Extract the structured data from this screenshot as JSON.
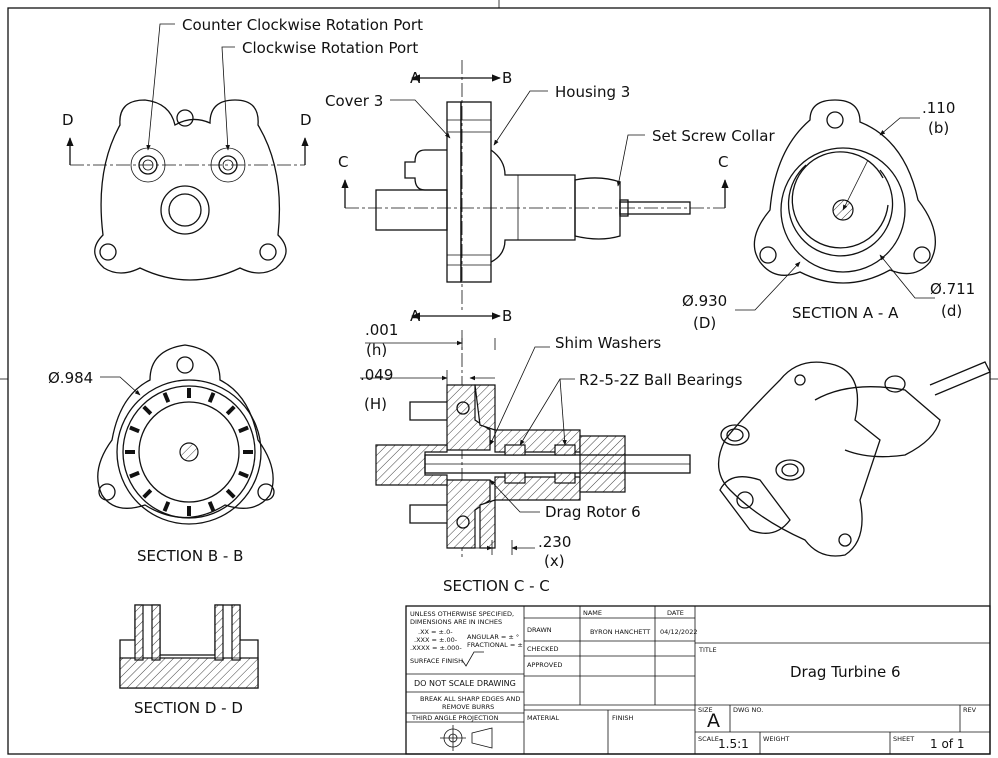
{
  "drawing": {
    "title": "Drag Turbine 6",
    "callouts": {
      "ccw_port": "Counter Clockwise Rotation Port",
      "cw_port": "Clockwise Rotation Port",
      "cover": "Cover 3",
      "housing": "Housing 3",
      "set_screw_collar": "Set Screw Collar",
      "shim_washers": "Shim Washers",
      "ball_bearings": "R2-5-2Z Ball Bearings",
      "drag_rotor": "Drag Rotor 6"
    },
    "section_letters": {
      "a": "A",
      "b": "B",
      "c": "C",
      "d": "D"
    },
    "section_titles": {
      "aa": "SECTION A - A",
      "bb": "SECTION B - B",
      "cc": "SECTION C - C",
      "dd": "SECTION D - D"
    },
    "dimensions": {
      "d110": ".110",
      "d110_tag": "(b)",
      "d930": "Ø.930",
      "d930_tag": "(D)",
      "d711": "Ø.711",
      "d711_tag": "(d)",
      "d984": "Ø.984",
      "d001": ".001",
      "d001_tag": "(h)",
      "d049": ".049",
      "d049_tag": "(H)",
      "d230": ".230",
      "d230_tag": "(x)"
    }
  },
  "title_block": {
    "notes_line1": "UNLESS OTHERWISE SPECIFIED,",
    "notes_line2": "DIMENSIONS ARE IN INCHES",
    "tol1": ".XX = ±.0-",
    "tol2": ".XXX = ±.00-",
    "tol3": ".XXXX = ±.000-",
    "angular": "ANGULAR = ± °",
    "fractional": "FRACTIONAL = ±",
    "surface_finish": "SURFACE FINISH",
    "do_not_scale": "DO NOT SCALE DRAWING",
    "break_edges1": "BREAK ALL SHARP EDGES AND",
    "break_edges2": "REMOVE BURRS",
    "projection": "THIRD ANGLE PROJECTION",
    "name_hdr": "NAME",
    "date_hdr": "DATE",
    "drawn": "DRAWN",
    "drawn_name": "BYRON HANCHETT",
    "drawn_date": "04/12/2022",
    "checked": "CHECKED",
    "approved": "APPROVED",
    "material": "MATERIAL",
    "finish": "FINISH",
    "title_lbl": "TITLE",
    "size_lbl": "SIZE",
    "size": "A",
    "dwg_no_lbl": "DWG NO.",
    "rev_lbl": "REV",
    "scale_lbl": "SCALE",
    "scale": "1.5:1",
    "weight_lbl": "WEIGHT",
    "sheet_lbl": "SHEET",
    "sheet": "1 of 1"
  }
}
